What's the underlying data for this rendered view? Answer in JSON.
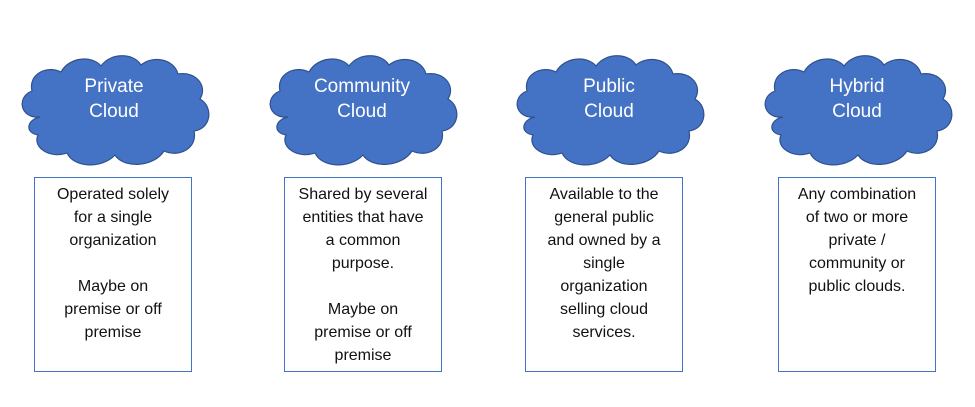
{
  "cloud_fill": "#4472c4",
  "cloud_stroke": "#2f528f",
  "box_border": "#4472c4",
  "clouds": [
    {
      "title_lines": [
        "Private",
        "Cloud"
      ],
      "description_lines": [
        "Operated solely",
        "for a single",
        "organization",
        "",
        "Maybe on",
        "premise or off",
        "premise"
      ]
    },
    {
      "title_lines": [
        "Community",
        "Cloud"
      ],
      "description_lines": [
        "Shared by several",
        "entities that have",
        "a common",
        "purpose.",
        "",
        "Maybe on",
        "premise or off",
        "premise"
      ]
    },
    {
      "title_lines": [
        "Public",
        "Cloud"
      ],
      "description_lines": [
        "Available to the",
        "general public",
        "and owned by a",
        "single",
        "organization",
        "selling cloud",
        "services."
      ]
    },
    {
      "title_lines": [
        "Hybrid",
        "Cloud"
      ],
      "description_lines": [
        "Any combination",
        "of two or more",
        "private /",
        "community or",
        "public clouds."
      ]
    }
  ]
}
